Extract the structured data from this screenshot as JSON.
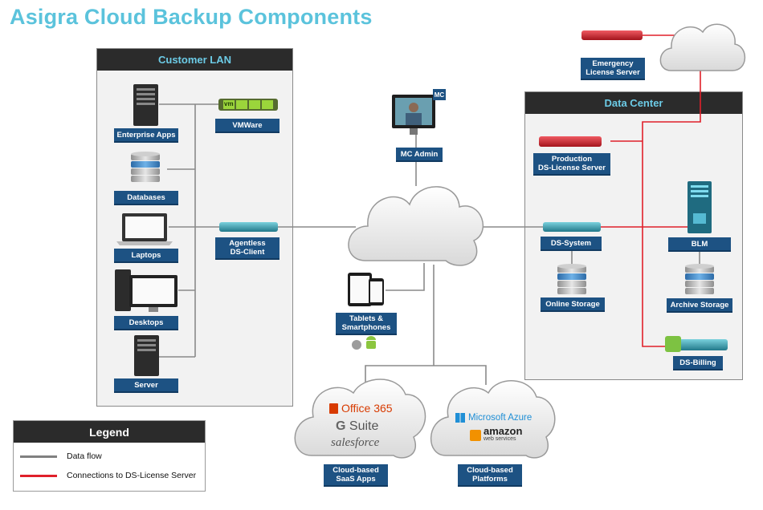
{
  "title": "Asigra Cloud Backup Components",
  "customer_lan": {
    "heading": "Customer LAN",
    "items": {
      "enterprise_apps": "Enterprise Apps",
      "vmware": "VMWare",
      "databases": "Databases",
      "laptops": "Laptops",
      "agentless_ds_client": "Agentless\nDS-Client",
      "desktops": "Desktops",
      "server": "Server"
    },
    "vm_tag": "vm"
  },
  "data_center": {
    "heading": "Data Center",
    "items": {
      "production_license": "Production\nDS-License Server",
      "ds_system": "DS-System",
      "blm": "BLM",
      "online_storage": "Online Storage",
      "archive_storage": "Archive Storage",
      "ds_billing": "DS-Billing"
    }
  },
  "center": {
    "emergency_license": "Emergency\nLicense Server",
    "mc_admin": "MC Admin",
    "mc_badge": "MC",
    "tablets": "Tablets &\nSmartphones"
  },
  "clouds": {
    "saas_label": "Cloud-based\nSaaS Apps",
    "platforms_label": "Cloud-based\nPlatforms",
    "office365": "Office 365",
    "gsuite_g": "G",
    "gsuite_rest": "Suite",
    "salesforce": "salesforce",
    "azure": "Microsoft Azure",
    "amazon": "amazon",
    "amazon_sub": "web services"
  },
  "legend": {
    "heading": "Legend",
    "rows": [
      {
        "label": "Data flow",
        "color": "#808080"
      },
      {
        "label": "Connections to DS-License Server",
        "color": "#e0202a"
      }
    ]
  },
  "colors": {
    "accent": "#5bc3dc",
    "label_bg": "#1d5283",
    "data_flow": "#808080",
    "license": "#e0202a"
  }
}
